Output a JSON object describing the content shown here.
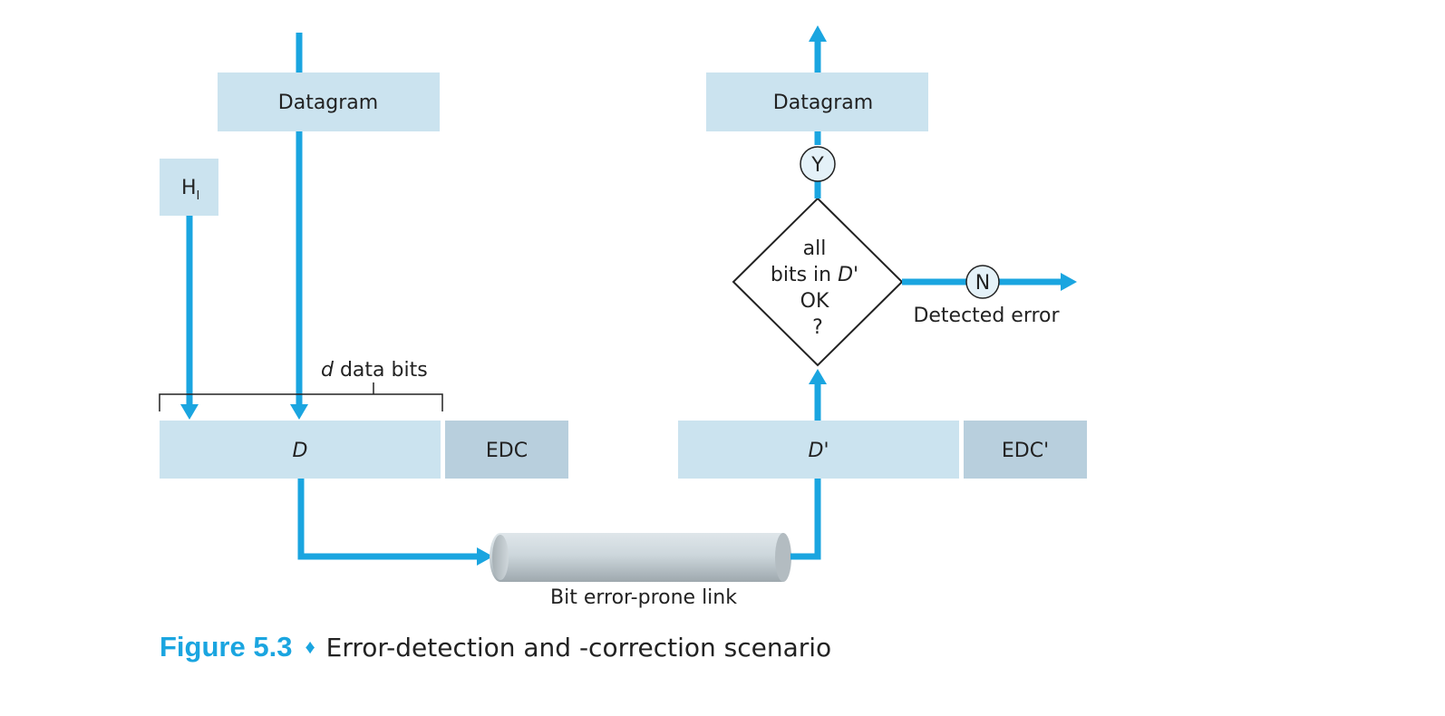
{
  "colors": {
    "flow": "#1aa5e0",
    "box_light": "#cbe3ef",
    "box_dark": "#b8cfdd",
    "text": "#222222",
    "pipe": "#c9d3d9"
  },
  "sender": {
    "datagram_label": "Datagram",
    "header_label": "H",
    "header_subscript": "I",
    "brace_label_italic": "d",
    "brace_label_rest": " data bits",
    "data_label": "D",
    "edc_label": "EDC"
  },
  "link": {
    "label": "Bit error-prone link"
  },
  "receiver": {
    "datagram_label": "Datagram",
    "data_label": "D'",
    "edc_label": "EDC'",
    "decision_line1": "all",
    "decision_line2_prefix": "bits in ",
    "decision_line2_italic": "D'",
    "decision_line3": "OK",
    "decision_line4": "?",
    "yes_label": "Y",
    "no_label": "N",
    "error_label": "Detected error"
  },
  "caption": {
    "number": "Figure 5.3",
    "separator": "♦",
    "text": "Error-detection and -correction scenario"
  }
}
